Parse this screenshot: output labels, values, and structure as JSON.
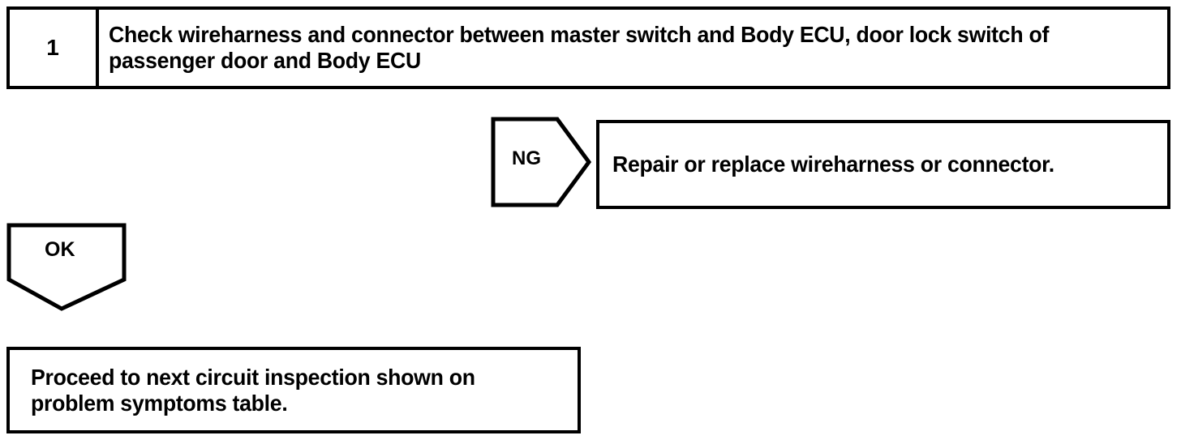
{
  "diagram": {
    "type": "troubleshooting-flowchart",
    "ink_color": "#000000",
    "background_color": "#ffffff",
    "step": {
      "number": "1",
      "instruction": "Check wireharness and connector between master switch and Body ECU, door lock switch of passenger door and Body ECU"
    },
    "branch_ng": {
      "label": "NG",
      "shape": "right-pointing-pentagon-arrow",
      "result": "Repair or replace wireharness or connector."
    },
    "branch_ok": {
      "label": "OK",
      "shape": "down-pointing-pentagon-arrow",
      "result": "Proceed to next circuit inspection shown on problem symptoms table."
    }
  }
}
